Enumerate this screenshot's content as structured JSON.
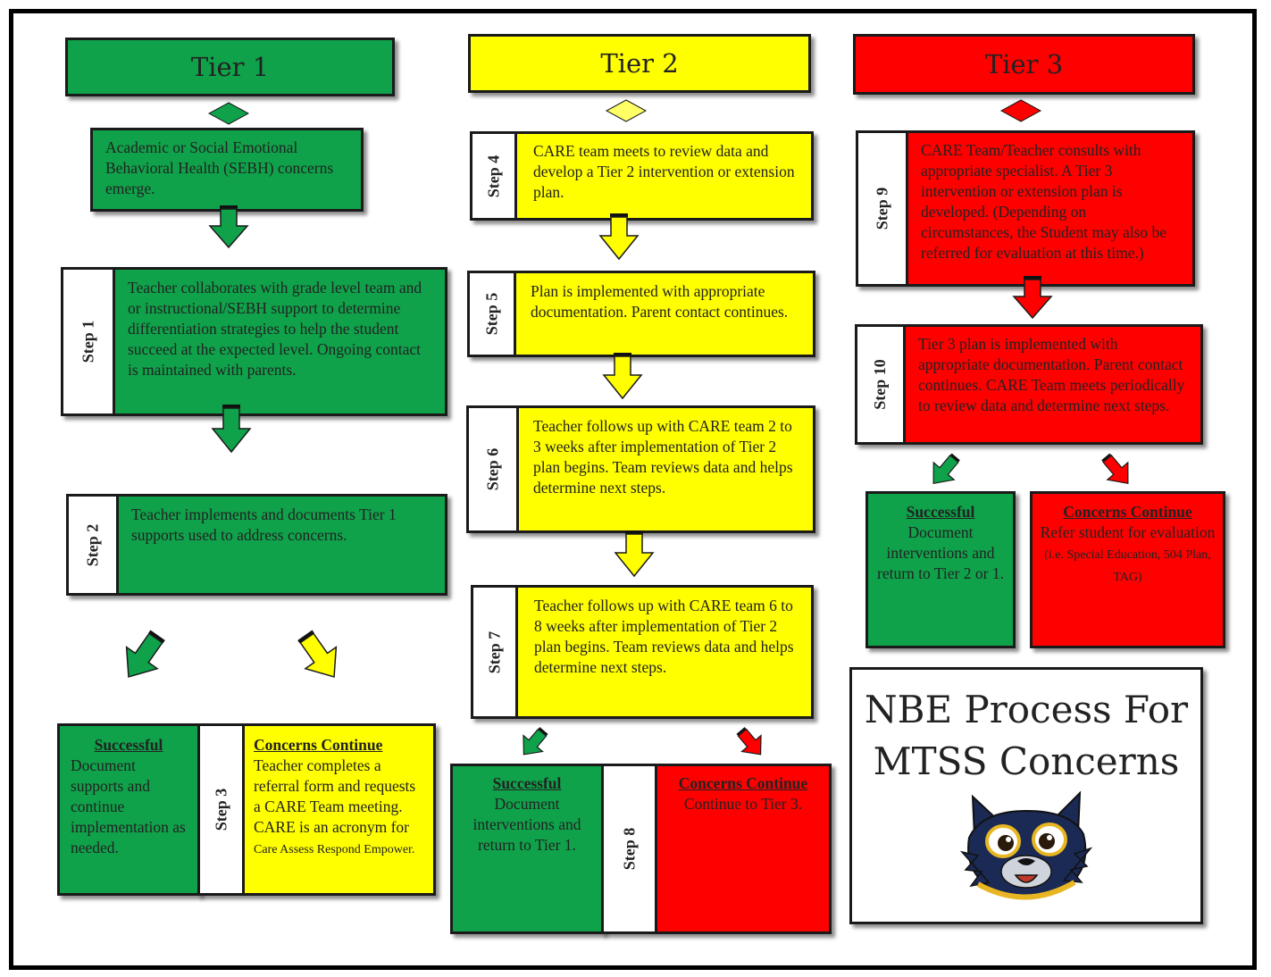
{
  "colors": {
    "green": "#0fa24a",
    "yellow": "#ffff00",
    "red": "#ff0000"
  },
  "tiers": {
    "t1": "Tier 1",
    "t2": "Tier 2",
    "t3": "Tier 3"
  },
  "tier1": {
    "intro": "Academic or Social Emotional Behavioral Health (SEBH) concerns emerge.",
    "step1": {
      "label": "Step 1",
      "text": "Teacher collaborates with grade level team and or instructional/SEBH support to determine differentiation strategies to help the student succeed at the expected level.  Ongoing contact is maintained with parents."
    },
    "step2": {
      "label": "Step 2",
      "text": "Teacher implements and documents Tier 1 supports used to address concerns."
    },
    "successful": {
      "heading": "Successful",
      "text": "Document supports and continue implementation as needed."
    },
    "step3": {
      "label": "Step 3",
      "heading": "Concerns Continue",
      "text": "Teacher  completes a referral form and requests a CARE Team meeting. CARE is an acronym for ",
      "small": "Care Assess Respond Empower."
    }
  },
  "tier2": {
    "step4": {
      "label": "Step 4",
      "text": "CARE team meets to review data and develop a Tier 2 intervention or extension plan."
    },
    "step5": {
      "label": "Step 5",
      "text": "Plan is implemented with appropriate documentation.  Parent contact continues."
    },
    "step6": {
      "label": "Step 6",
      "text": "Teacher follows up with CARE team 2 to 3 weeks after implementation of Tier 2 plan begins.  Team reviews data and helps determine next steps."
    },
    "step7": {
      "label": "Step 7",
      "text": "Teacher follows up with CARE team 6 to 8 weeks after implementation of Tier 2 plan begins. Team reviews data and helps determine next steps."
    },
    "successful": {
      "heading": "Successful",
      "text": "Document interventions and return to Tier 1."
    },
    "step8": {
      "label": "Step 8",
      "heading": "Concerns Continue",
      "text": "Continue to Tier 3."
    }
  },
  "tier3": {
    "step9": {
      "label": "Step 9",
      "text": "CARE Team/Teacher consults with appropriate specialist. A Tier 3 intervention or extension plan is developed. (Depending on circumstances, the Student may also be referred for evaluation at this time.)"
    },
    "step10": {
      "label": "Step 10",
      "text": "Tier 3 plan is implemented with appropriate documentation. Parent contact continues. CARE Team meets periodically to review data and determine next steps."
    },
    "successful": {
      "heading": "Successful",
      "text": "Document interventions and return to Tier 2 or 1."
    },
    "concerns": {
      "heading": "Concerns Continue",
      "text": "Refer student for evaluation ",
      "small": "(i.e. Special Education,  504 Plan, TAG)"
    }
  },
  "title": {
    "line1": "NBE Process For",
    "line2": "MTSS Concerns"
  },
  "mascot": "cat-mascot-icon"
}
